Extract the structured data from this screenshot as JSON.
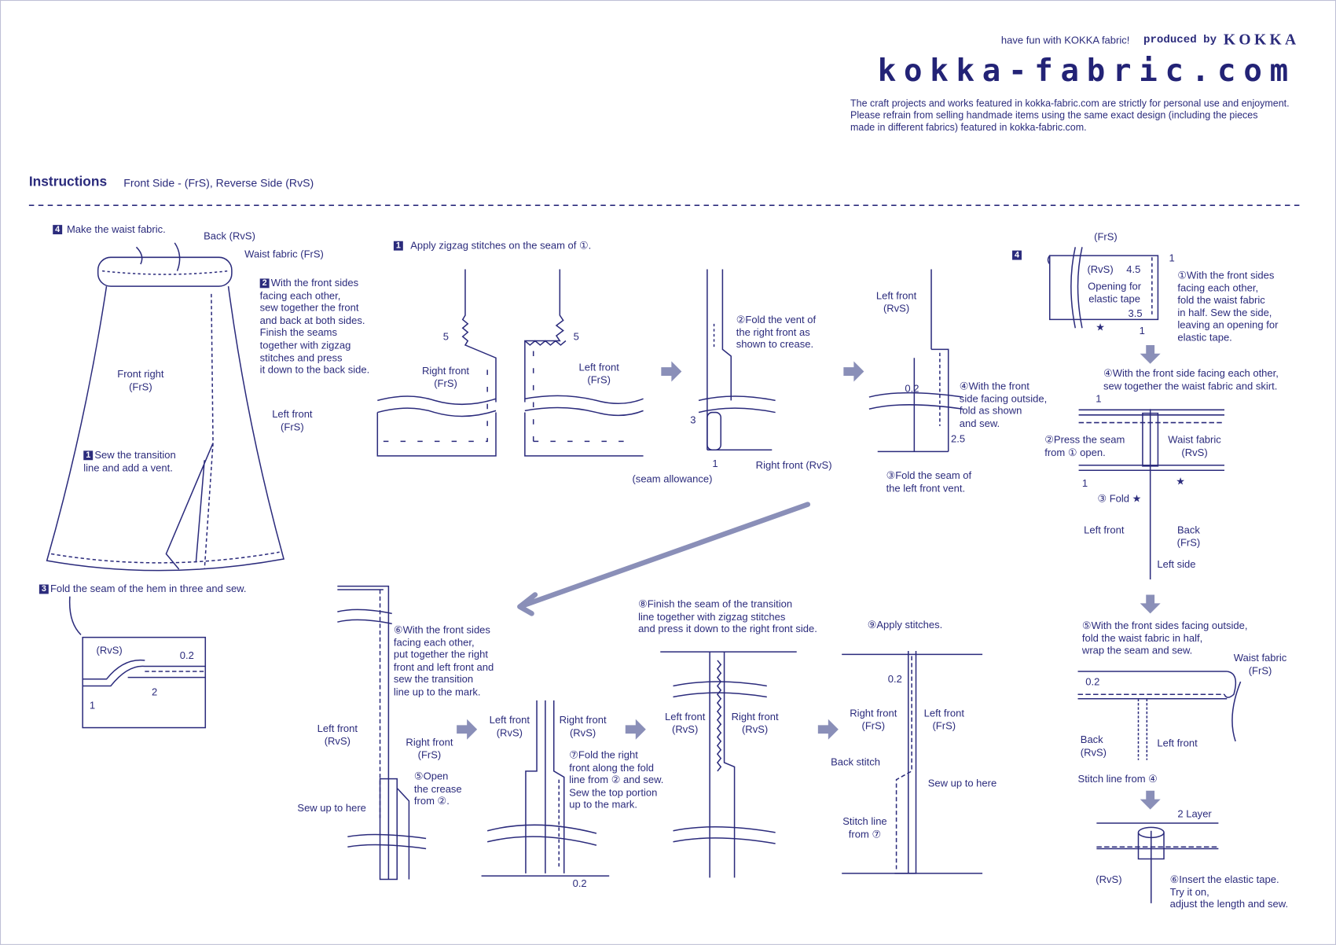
{
  "header": {
    "tagline": "have fun with KOKKA fabric!",
    "produced_by": "produced by",
    "brand": "KOKKA",
    "logo": "kokka-fabric.com",
    "disclaimer": [
      "The craft projects and works featured in kokka-fabric.com are strictly for personal use and enjoyment.",
      "Please refrain from selling handmade items using the same exact design (including the pieces",
      "made in different fabrics) featured in kokka-fabric.com."
    ]
  },
  "instructions": {
    "title": "Instructions",
    "legend": "Front Side - (FrS), Reverse Side (RvS)"
  },
  "overview": {
    "step4_badge": "4",
    "step4_title": "Make the waist fabric.",
    "back_rvs": "Back (RvS)",
    "waist_fabric_frs": "Waist fabric (FrS)",
    "step2_badge": "2",
    "step2_text": "With the front sides\nfacing each other,\nsew together the front\nand back at both sides.\nFinish the seams\ntogether with zigzag\nstitches and press\nit down to the back side.",
    "front_right": "Front right\n(FrS)",
    "left_front": "Left front\n(FrS)",
    "step1_badge": "1",
    "step1_text": "Sew the transition\nline and add a vent.",
    "step3_badge": "3",
    "step3_text": "Fold the seam of the hem in three and sew.",
    "hem_rvs": "(RvS)",
    "hem_02": "0.2",
    "hem_1": "1",
    "hem_2": "2"
  },
  "step1": {
    "badge": "1",
    "title": "Apply zigzag stitches on the seam of ①.",
    "five_left": "5",
    "five_right": "5",
    "right_front_frs": "Right front\n(FrS)",
    "left_front_frs": "Left front\n(FrS)",
    "fold_vent": "②Fold the vent of\nthe right front as\nshown to crease.",
    "three": "3",
    "one": "1",
    "seam_allowance": "(seam allowance)",
    "right_front_rvs": "Right front (RvS)",
    "left_front_rvs": "Left front\n(RvS)",
    "v02": "0.2",
    "fold_sew": "④With the front\nside facing outside,\nfold as shown\nand sew.",
    "v25": "2.5",
    "fold_seam": "③Fold the seam of\nthe left front vent."
  },
  "step1b": {
    "s6": "⑥With the front sides\nfacing each other,\nput together the right\nfront and left front and\nsew the transition\nline up to the mark.",
    "left_front_rvs": "Left front\n(RvS)",
    "right_front_frs": "Right front\n(FrS)",
    "s5": "⑤Open\nthe crease\nfrom ②.",
    "sew_up": "Sew up to here",
    "left_front_rvs2": "Left front\n(RvS)",
    "right_front_rvs2": "Right front\n(RvS)",
    "s7": "⑦Fold the right\nfront along the fold\nline from ② and sew.\nSew the top portion\nup to the mark.",
    "v02": "0.2",
    "s8": "⑧Finish the seam of the transition\nline together with zigzag stitches\nand press it down to the right front side.",
    "left_front_rvs3": "Left front\n(RvS)",
    "right_front_rvs3": "Right front\n(RvS)",
    "s9": "⑨Apply stitches.",
    "v02b": "0.2",
    "right_front_frs4": "Right front\n(FrS)",
    "left_front_frs4": "Left front\n(FrS)",
    "back_stitch": "Back stitch",
    "sew_up2": "Sew up to here",
    "stitch_line7": "Stitch line\nfrom ⑦"
  },
  "step4": {
    "badge": "4",
    "frs": "(FrS)",
    "rvs": "(RvS)",
    "v45": "4.5",
    "opening": "Opening for\nelastic tape",
    "v35": "3.5",
    "one_top": "1",
    "one_bottom": "1",
    "star": "★",
    "s1": "①With the front sides\nfacing each other,\nfold the waist fabric\nin half. Sew the side,\nleaving an opening for\nelastic tape.",
    "s4": "④With the front side facing each other,\nsew together the waist fabric and skirt.",
    "one_a": "1",
    "s2": "②Press the seam\n  from ① open.",
    "waist_rvs": "Waist fabric\n(RvS)",
    "one_b": "1",
    "star2": "★",
    "s3": "③ Fold ★",
    "left_front": "Left front",
    "back_frs": "Back\n(FrS)",
    "left_side": "Left side",
    "s5": "⑤With the front sides facing outside,\nfold the waist fabric in half,\nwrap the seam and sew.",
    "waist_frs": "Waist fabric\n(FrS)",
    "v02": "0.2",
    "back_rvs": "Back\n(RvS)",
    "left_front2": "Left front",
    "stitch4": "Stitch line from ④",
    "two_layer": "2 Layer",
    "rvs2": "(RvS)",
    "s6": "⑥Insert the elastic tape.\nTry it on,\nadjust the length and sew."
  },
  "colors": {
    "ink": "#2b2b7c",
    "arrow": "#8a8fb8",
    "logo": "#232376"
  }
}
